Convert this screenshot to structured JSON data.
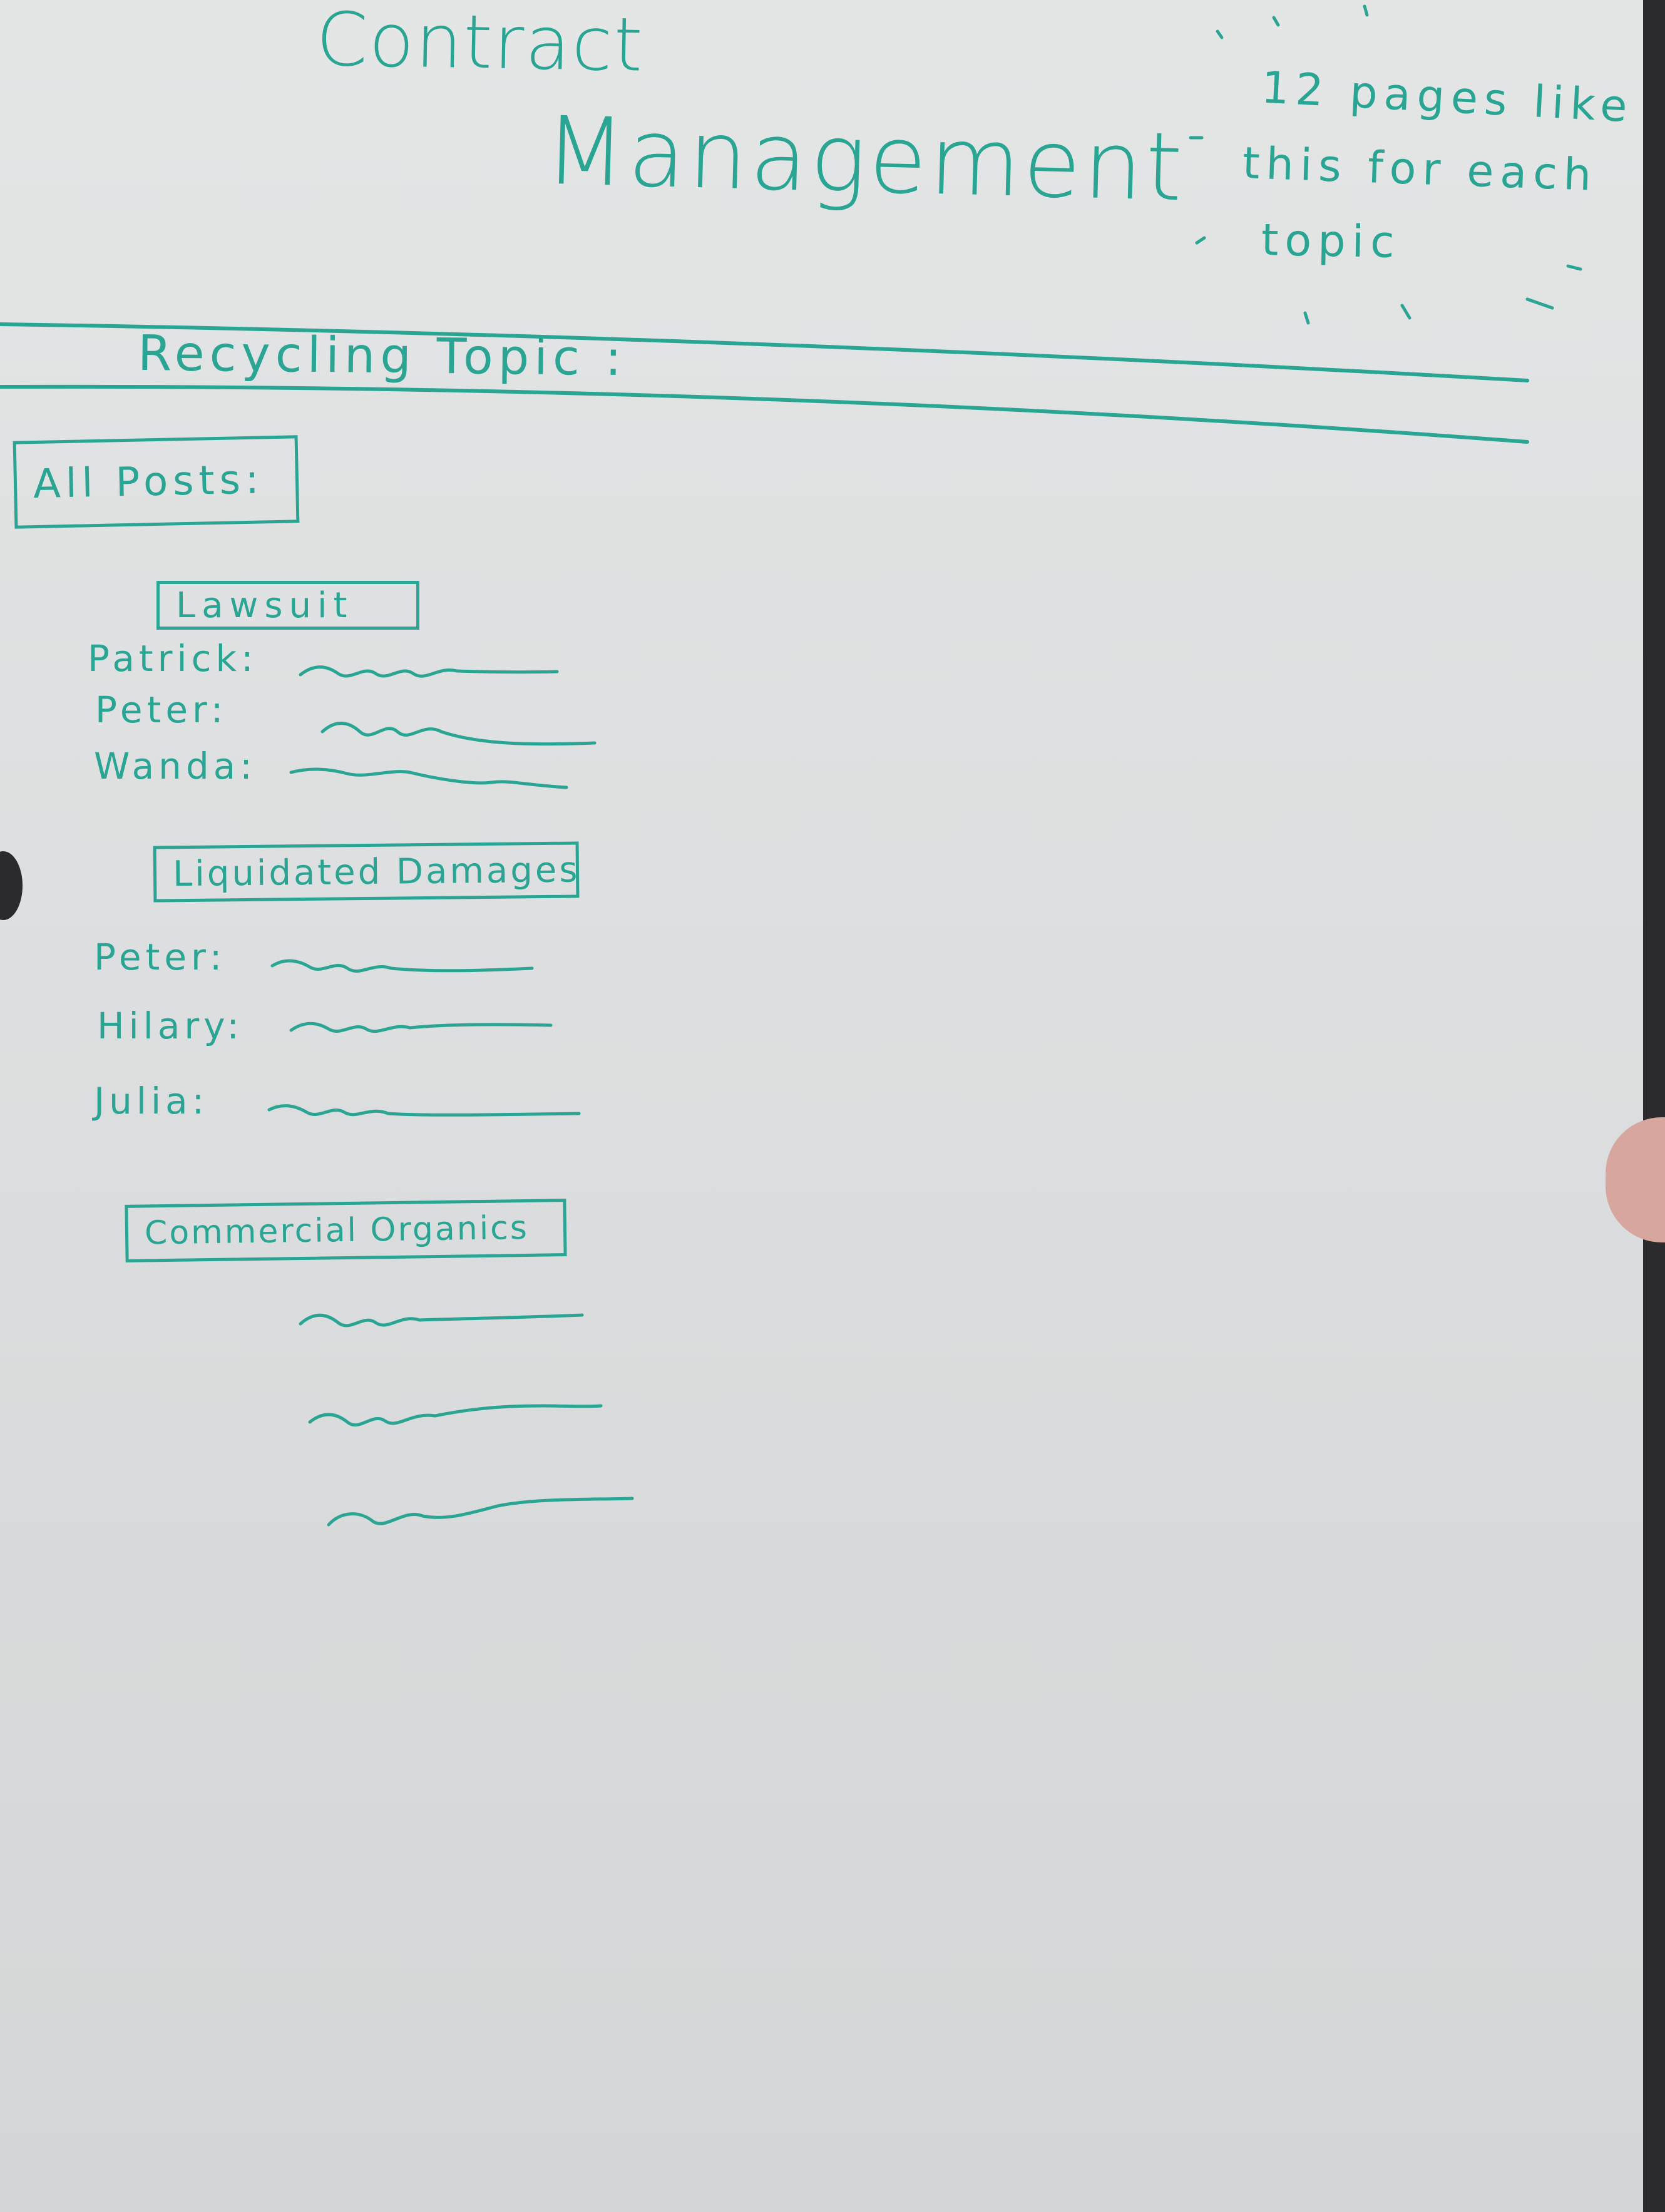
{
  "header": {
    "title_line_1": "Contract",
    "title_line_2": "Management"
  },
  "side_note": {
    "line_1": "12 pages like",
    "line_2": "this for each",
    "line_3": "topic"
  },
  "topic": {
    "title": "Recycling Topic :"
  },
  "all_posts": {
    "label": "All Posts:"
  },
  "sections": [
    {
      "title": "Lawsuit",
      "posters": [
        "Patrick:",
        "Peter:",
        "Wanda:"
      ]
    },
    {
      "title": "Liquidated Damages",
      "posters": [
        "Peter:",
        "Hilary:",
        "Julia:"
      ]
    },
    {
      "title": "Commercial Organics",
      "posters": []
    }
  ],
  "colors": {
    "ink": "#2aa593",
    "paper": "#dfe1e1",
    "background": "#2b2b2e"
  }
}
